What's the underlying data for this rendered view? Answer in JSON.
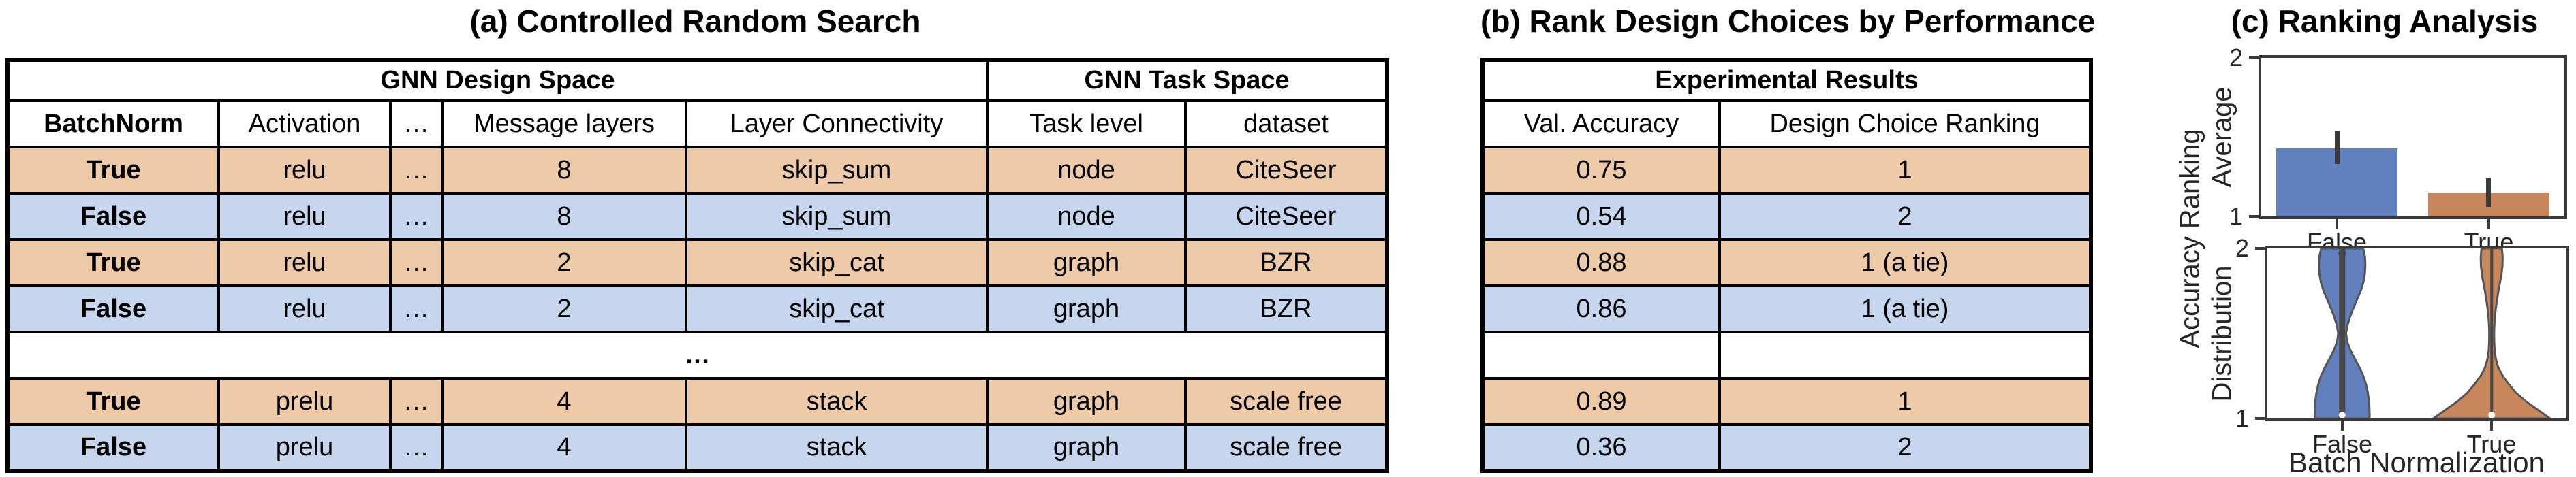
{
  "colors": {
    "background": "#ffffff",
    "table_border": "#000000",
    "row_orange": "#edcaa8",
    "row_blue": "#c5d6ee",
    "axis": "#3a3a3a",
    "bar_blue": "#6280bd",
    "bar_orange": "#c8865c",
    "violin_outline": "#555555",
    "inner_bar": "#474747"
  },
  "panel_a": {
    "title": "(a) Controlled Random Search",
    "table": {
      "group_headers": [
        {
          "label": "GNN Design Space",
          "colspan": 5
        },
        {
          "label": "GNN Task Space",
          "colspan": 2
        }
      ],
      "columns": [
        "BatchNorm",
        "Activation",
        "…",
        "Message layers",
        "Layer Connectivity",
        "Task level",
        "dataset"
      ],
      "rows": [
        {
          "cells": [
            "True",
            "relu",
            "…",
            "8",
            "skip_sum",
            "node",
            "CiteSeer"
          ],
          "bg": "orange"
        },
        {
          "cells": [
            "False",
            "relu",
            "…",
            "8",
            "skip_sum",
            "node",
            "CiteSeer"
          ],
          "bg": "blue"
        },
        {
          "cells": [
            "True",
            "relu",
            "…",
            "2",
            "skip_cat",
            "graph",
            "BZR"
          ],
          "bg": "orange"
        },
        {
          "cells": [
            "False",
            "relu",
            "…",
            "2",
            "skip_cat",
            "graph",
            "BZR"
          ],
          "bg": "blue"
        },
        {
          "cells": [
            "…"
          ],
          "bg": "white"
        },
        {
          "cells": [
            "True",
            "prelu",
            "…",
            "4",
            "stack",
            "graph",
            "scale free"
          ],
          "bg": "orange"
        },
        {
          "cells": [
            "False",
            "prelu",
            "…",
            "4",
            "stack",
            "graph",
            "scale free"
          ],
          "bg": "blue"
        }
      ]
    }
  },
  "panel_b": {
    "title": "(b) Rank Design Choices by Performance",
    "table": {
      "group_header": "Experimental Results",
      "columns": [
        "Val. Accuracy",
        "Design Choice Ranking"
      ],
      "rows": [
        {
          "cells": [
            "0.75",
            "1"
          ],
          "bg": "orange"
        },
        {
          "cells": [
            "0.54",
            "2"
          ],
          "bg": "blue"
        },
        {
          "cells": [
            "0.88",
            "1 (a tie)"
          ],
          "bg": "orange"
        },
        {
          "cells": [
            "0.86",
            "1 (a tie)"
          ],
          "bg": "blue"
        },
        {
          "cells": [
            "",
            ""
          ],
          "bg": "white"
        },
        {
          "cells": [
            "0.89",
            "1"
          ],
          "bg": "orange"
        },
        {
          "cells": [
            "0.36",
            "2"
          ],
          "bg": "blue"
        }
      ]
    }
  },
  "panel_c": {
    "title": "(c) Ranking Analysis",
    "shared_ylabel": "Accuracy Ranking",
    "average_chart": {
      "ylabel": "Average",
      "ytick_top": "2",
      "ytick_bottom": "1",
      "xticklabels": [
        "False",
        "True"
      ]
    },
    "distribution_chart": {
      "ylabel": "Distribution",
      "ytick_top": "2",
      "ytick_bottom": "1",
      "xticklabels": [
        "False",
        "True"
      ],
      "xlabel": "Batch Normalization"
    }
  },
  "chart_data": [
    {
      "id": "average-ranking-bar",
      "type": "bar",
      "title": "",
      "categories": [
        "False",
        "True"
      ],
      "values": [
        1.43,
        1.15
      ],
      "error_low": [
        1.33,
        1.06
      ],
      "error_high": [
        1.54,
        1.24
      ],
      "colors": [
        "#6280bd",
        "#c8865c"
      ],
      "xlabel": "",
      "ylabel": "Average",
      "ylim": [
        1,
        2
      ],
      "yticks": [
        1,
        2
      ],
      "bar_width_frac": 0.8,
      "grid": false,
      "legend": false
    },
    {
      "id": "ranking-distribution-violin",
      "type": "violin",
      "categories": [
        "False",
        "True"
      ],
      "xlabel": "Batch Normalization",
      "ylabel": "Distribution",
      "ylim": [
        1,
        2
      ],
      "yticks": [
        1,
        2
      ],
      "grid": false,
      "violins": [
        {
          "name": "False",
          "color": "#6280bd",
          "inner_bar": [
            1,
            2
          ],
          "inner_bar_width": 9,
          "cap_dot": 1.97,
          "median": 1.02,
          "profile": [
            [
              2.0,
              0.07
            ],
            [
              1.95,
              0.0765
            ],
            [
              1.9,
              0.0775
            ],
            [
              1.85,
              0.076
            ],
            [
              1.8,
              0.071
            ],
            [
              1.75,
              0.062
            ],
            [
              1.7,
              0.05
            ],
            [
              1.65,
              0.038
            ],
            [
              1.6,
              0.027
            ],
            [
              1.55,
              0.018
            ],
            [
              1.5,
              0.013
            ],
            [
              1.45,
              0.017
            ],
            [
              1.4,
              0.028
            ],
            [
              1.35,
              0.043
            ],
            [
              1.3,
              0.058
            ],
            [
              1.25,
              0.071
            ],
            [
              1.2,
              0.08
            ],
            [
              1.15,
              0.086
            ],
            [
              1.1,
              0.09
            ],
            [
              1.05,
              0.0915
            ],
            [
              1.0,
              0.092
            ]
          ]
        },
        {
          "name": "True",
          "color": "#c8865c",
          "inner_bar": [
            1,
            2
          ],
          "inner_bar_width": 4,
          "cap_dot": null,
          "median": 1.02,
          "profile": [
            [
              2.0,
              0.034
            ],
            [
              1.95,
              0.0365
            ],
            [
              1.9,
              0.036
            ],
            [
              1.85,
              0.033
            ],
            [
              1.8,
              0.028
            ],
            [
              1.75,
              0.0225
            ],
            [
              1.7,
              0.018
            ],
            [
              1.65,
              0.014
            ],
            [
              1.6,
              0.011
            ],
            [
              1.55,
              0.009
            ],
            [
              1.5,
              0.008
            ],
            [
              1.45,
              0.0085
            ],
            [
              1.4,
              0.01
            ],
            [
              1.35,
              0.014
            ],
            [
              1.3,
              0.022
            ],
            [
              1.25,
              0.037
            ],
            [
              1.2,
              0.058
            ],
            [
              1.15,
              0.082
            ],
            [
              1.1,
              0.115
            ],
            [
              1.05,
              0.155
            ],
            [
              1.0,
              0.195
            ]
          ]
        }
      ]
    }
  ]
}
